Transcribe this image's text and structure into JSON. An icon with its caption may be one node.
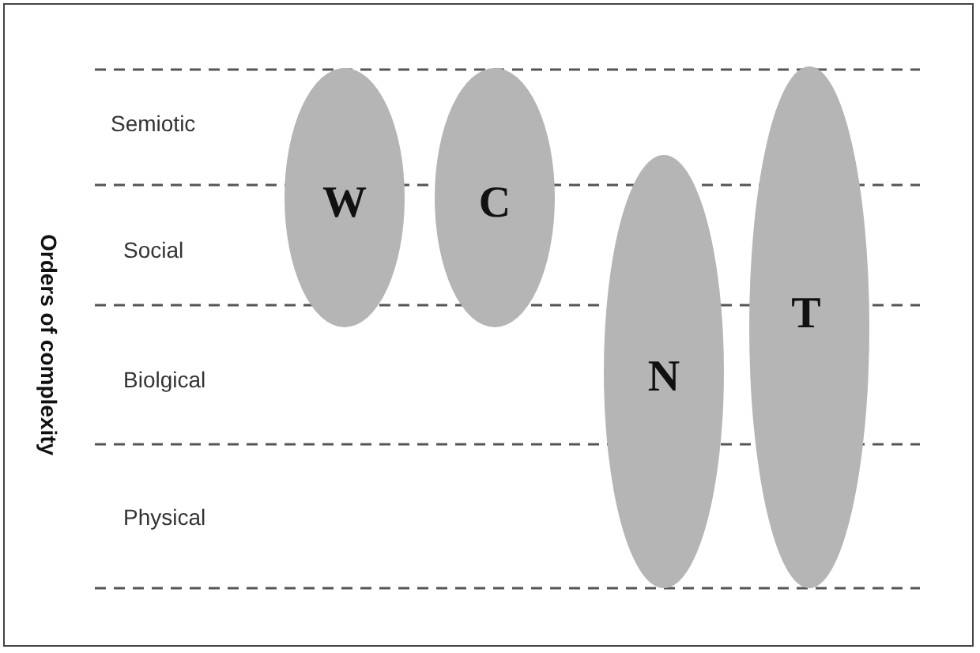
{
  "diagram": {
    "nodes": [
      {
        "text": [
          "W"
        ]
      },
      {
        "text": [
          "C"
        ]
      },
      {
        "text": [
          "N"
        ]
      },
      {
        "text": [
          "T"
        ]
      }
    ],
    "labels": [
      "Semiotic",
      "Social",
      "Biolgical",
      "Physical",
      "Orders of complexity"
    ]
  }
}
